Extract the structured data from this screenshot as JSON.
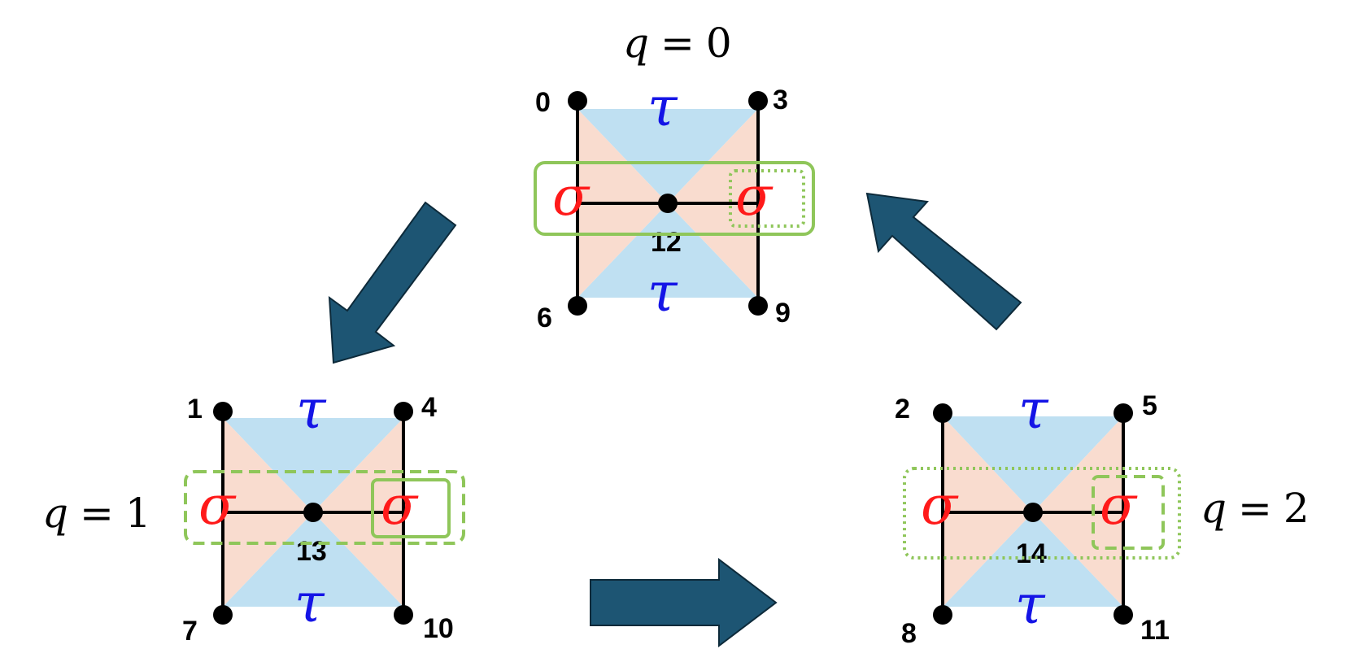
{
  "colors": {
    "blue_fill": "#bfe0f2",
    "salmon_fill": "#f9dccf",
    "sigma": "#ff1a1a",
    "tau": "#1414e6",
    "frame_green": "#8fc65a",
    "arrow": "#1d5573",
    "arrow_outline": "#0d2a3a",
    "edge": "#000000"
  },
  "panels": [
    {
      "id": "panel-q0",
      "q_label": {
        "var": "q",
        "eq": "=",
        "num": "0"
      },
      "center_vertex": "12",
      "corner_vertices": [
        "0",
        "3",
        "6",
        "9"
      ],
      "tau_symbols": [
        "τ",
        "τ"
      ],
      "sigma_symbols": [
        "σ",
        "σ"
      ],
      "frames": [
        {
          "kind": "solid",
          "covers": "both-sigma"
        },
        {
          "kind": "dotted",
          "covers": "right-sigma"
        }
      ]
    },
    {
      "id": "panel-q1",
      "q_label": {
        "var": "q",
        "eq": "=",
        "num": "1"
      },
      "center_vertex": "13",
      "corner_vertices": [
        "1",
        "4",
        "7",
        "10"
      ],
      "tau_symbols": [
        "τ",
        "τ"
      ],
      "sigma_symbols": [
        "σ",
        "σ"
      ],
      "frames": [
        {
          "kind": "dashed",
          "covers": "both-sigma"
        },
        {
          "kind": "solid",
          "covers": "right-sigma"
        }
      ]
    },
    {
      "id": "panel-q2",
      "q_label": {
        "var": "q",
        "eq": "=",
        "num": "2"
      },
      "center_vertex": "14",
      "corner_vertices": [
        "2",
        "5",
        "8",
        "11"
      ],
      "tau_symbols": [
        "τ",
        "τ"
      ],
      "sigma_symbols": [
        "σ",
        "σ"
      ],
      "frames": [
        {
          "kind": "dotted",
          "covers": "both-sigma"
        },
        {
          "kind": "dashed",
          "covers": "right-sigma"
        }
      ]
    }
  ],
  "arrows": [
    {
      "from": "panel-q0",
      "to": "panel-q1"
    },
    {
      "from": "panel-q1",
      "to": "panel-q2"
    },
    {
      "from": "panel-q2",
      "to": "panel-q0"
    }
  ]
}
